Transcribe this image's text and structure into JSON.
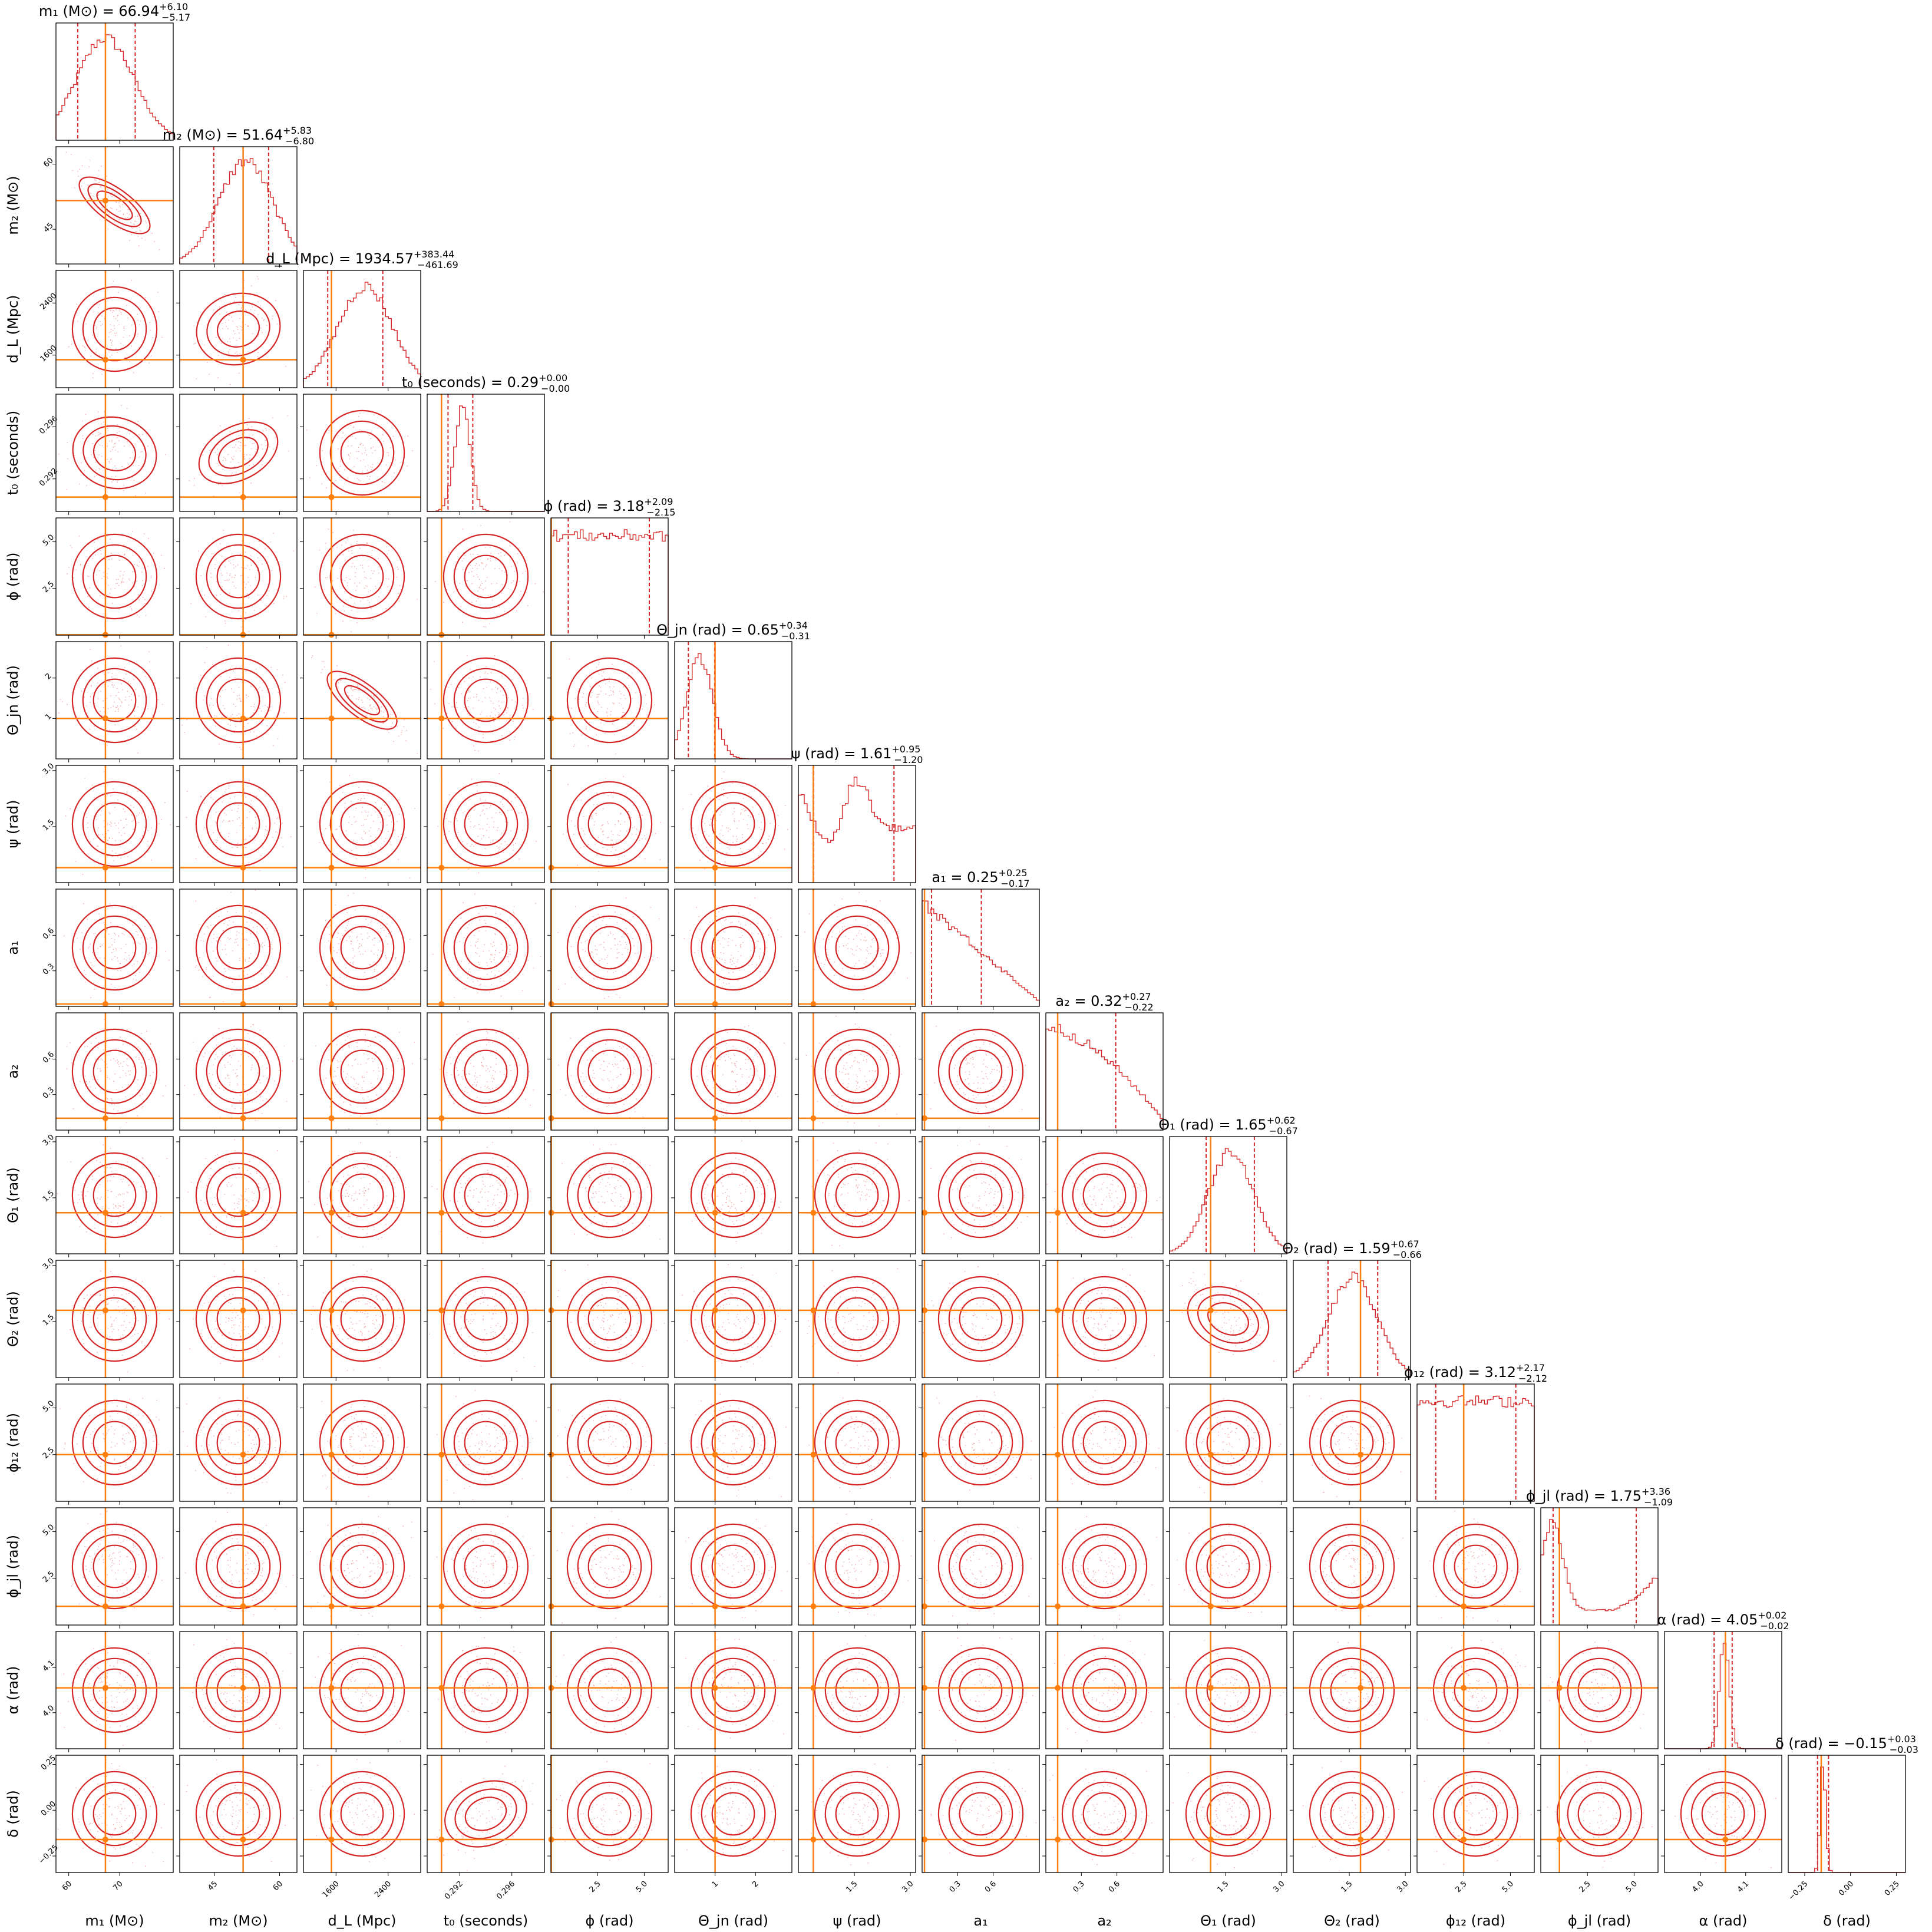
{
  "colors": {
    "samples": "#d62728",
    "truth": "#ff7f0e",
    "frame": "#000000",
    "background": "#ffffff"
  },
  "chart_data": {
    "type": "corner",
    "parameters": [
      {
        "key": "m1",
        "axis_label": "m₁ (M⊙)",
        "title": "m₁ (M⊙) = 66.94",
        "median": 66.94,
        "plus": "+6.10",
        "minus": "−5.17",
        "range": [
          57.5,
          80.5
        ],
        "truth": 67.2,
        "ticks": [
          {
            "v": 60,
            "t": "60"
          },
          {
            "v": 70,
            "t": "70"
          }
        ],
        "hist": "gauss",
        "hist_mean": 67.2,
        "hist_sd": 5.6,
        "hist_lo": 61.77,
        "hist_hi": 73.04
      },
      {
        "key": "m2",
        "axis_label": "m₂ (M⊙)",
        "title": "m₂ (M⊙) = 51.64",
        "median": 51.64,
        "plus": "+5.83",
        "minus": "−6.80",
        "range": [
          37,
          64
        ],
        "truth": 51.6,
        "ticks": [
          {
            "v": 45,
            "t": "45"
          },
          {
            "v": 60,
            "t": "60"
          }
        ],
        "hist": "gauss",
        "hist_mean": 52.2,
        "hist_sd": 6.2,
        "hist_lo": 44.84,
        "hist_hi": 57.47
      },
      {
        "key": "dL",
        "axis_label": "d_L (Mpc)",
        "title": "d_L (Mpc) = 1934.57",
        "median": 1934.57,
        "plus": "+383.44",
        "minus": "−461.69",
        "range": [
          1100,
          2900
        ],
        "truth": 1530,
        "ticks": [
          {
            "v": 1600,
            "t": "1600"
          },
          {
            "v": 2400,
            "t": "2400"
          }
        ],
        "hist": "gauss",
        "hist_mean": 2050,
        "hist_sd": 420,
        "hist_lo": 1472.88,
        "hist_hi": 2318.01
      },
      {
        "key": "t0",
        "axis_label": "t₀ (seconds)",
        "title": "t₀ (seconds) = 0.29",
        "median": 0.29,
        "plus": "+0.00",
        "minus": "−0.00",
        "range": [
          0.2895,
          0.2985
        ],
        "truth": 0.2906,
        "ticks": [
          {
            "v": 0.292,
            "t": "0.292"
          },
          {
            "v": 0.296,
            "t": "0.296"
          }
        ],
        "hist": "gauss",
        "hist_mean": 0.2922,
        "hist_sd": 0.0006,
        "hist_lo": 0.2911,
        "hist_hi": 0.293
      },
      {
        "key": "phi",
        "axis_label": "ϕ (rad)",
        "title": "ϕ (rad) = 3.18",
        "median": 3.18,
        "plus": "+2.09",
        "minus": "−2.15",
        "range": [
          0,
          6.28
        ],
        "truth": 0.02,
        "ticks": [
          {
            "v": 2.5,
            "t": "2.5"
          },
          {
            "v": 5.0,
            "t": "5.0"
          }
        ],
        "hist": "uniform",
        "hist_lo": 0.93,
        "hist_hi": 5.27
      },
      {
        "key": "thetajn",
        "axis_label": "Θ_jn (rad)",
        "title": "Θ_jn (rad) = 0.65",
        "median": 0.65,
        "plus": "+0.34",
        "minus": "−0.31",
        "range": [
          0,
          2.9
        ],
        "truth": 1.0,
        "ticks": [
          {
            "v": 1,
            "t": "1"
          },
          {
            "v": 2,
            "t": "2"
          }
        ],
        "hist": "gauss",
        "hist_mean": 0.62,
        "hist_sd": 0.32,
        "hist_lo": 0.34,
        "hist_hi": 0.99
      },
      {
        "key": "psi",
        "axis_label": "ψ (rad)",
        "title": "ψ (rad) = 1.61",
        "median": 1.61,
        "plus": "+0.95",
        "minus": "−1.20",
        "range": [
          0,
          3.14
        ],
        "truth": 0.4,
        "ticks": [
          {
            "v": 1.5,
            "t": "1.5"
          },
          {
            "v": 3.0,
            "t": "3.0"
          }
        ],
        "hist": "bimodal",
        "hist_lo": 0.41,
        "hist_hi": 2.56
      },
      {
        "key": "a1",
        "axis_label": "a₁",
        "title": "a₁ = 0.25",
        "median": 0.25,
        "plus": "+0.25",
        "minus": "−0.17",
        "range": [
          0,
          0.99
        ],
        "truth": 0.02,
        "ticks": [
          {
            "v": 0.3,
            "t": "0.3"
          },
          {
            "v": 0.6,
            "t": "0.6"
          }
        ],
        "hist": "decay",
        "hist_lo": 0.08,
        "hist_hi": 0.5
      },
      {
        "key": "a2",
        "axis_label": "a₂",
        "title": "a₂ = 0.32",
        "median": 0.32,
        "plus": "+0.27",
        "minus": "−0.22",
        "range": [
          0,
          0.99
        ],
        "truth": 0.1,
        "ticks": [
          {
            "v": 0.3,
            "t": "0.3"
          },
          {
            "v": 0.6,
            "t": "0.6"
          }
        ],
        "hist": "slowdecay",
        "hist_lo": 0.1,
        "hist_hi": 0.59
      },
      {
        "key": "theta1",
        "axis_label": "Θ₁ (rad)",
        "title": "Θ₁ (rad) = 1.65",
        "median": 1.65,
        "plus": "+0.62",
        "minus": "−0.67",
        "range": [
          0,
          3.14
        ],
        "truth": 1.1,
        "ticks": [
          {
            "v": 1.5,
            "t": "1.5"
          },
          {
            "v": 3.0,
            "t": "3.0"
          }
        ],
        "hist": "gauss",
        "hist_mean": 1.65,
        "hist_sd": 0.6,
        "hist_lo": 0.98,
        "hist_hi": 2.27
      },
      {
        "key": "theta2",
        "axis_label": "Θ₂ (rad)",
        "title": "Θ₂ (rad) = 1.59",
        "median": 1.59,
        "plus": "+0.67",
        "minus": "−0.66",
        "range": [
          0,
          3.14
        ],
        "truth": 1.8,
        "ticks": [
          {
            "v": 1.5,
            "t": "1.5"
          },
          {
            "v": 3.0,
            "t": "3.0"
          }
        ],
        "hist": "gauss",
        "hist_mean": 1.6,
        "hist_sd": 0.65,
        "hist_lo": 0.93,
        "hist_hi": 2.26
      },
      {
        "key": "phi12",
        "axis_label": "ϕ₁₂ (rad)",
        "title": "ϕ₁₂ (rad) = 3.12",
        "median": 3.12,
        "plus": "+2.17",
        "minus": "−2.12",
        "range": [
          0,
          6.28
        ],
        "truth": 2.5,
        "ticks": [
          {
            "v": 2.5,
            "t": "2.5"
          },
          {
            "v": 5.0,
            "t": "5.0"
          }
        ],
        "hist": "uniform",
        "hist_lo": 1.0,
        "hist_hi": 5.29
      },
      {
        "key": "phijl",
        "axis_label": "ϕ_jl (rad)",
        "title": "ϕ_jl (rad) = 1.75",
        "median": 1.75,
        "plus": "+3.36",
        "minus": "−1.09",
        "range": [
          0,
          6.28
        ],
        "truth": 1.0,
        "ticks": [
          {
            "v": 2.5,
            "t": "2.5"
          },
          {
            "v": 5.0,
            "t": "5.0"
          }
        ],
        "hist": "ushape",
        "hist_lo": 0.66,
        "hist_hi": 5.11
      },
      {
        "key": "alpha",
        "axis_label": "α (rad)",
        "title": "α (rad) = 4.05",
        "median": 4.05,
        "plus": "+0.02",
        "minus": "−0.02",
        "range": [
          3.92,
          4.18
        ],
        "truth": 4.055,
        "ticks": [
          {
            "v": 4.0,
            "t": "4.0"
          },
          {
            "v": 4.1,
            "t": "4.1"
          }
        ],
        "hist": "gauss",
        "hist_mean": 4.053,
        "hist_sd": 0.011,
        "hist_lo": 4.03,
        "hist_hi": 4.07
      },
      {
        "key": "delta",
        "axis_label": "δ (rad)",
        "title": "δ (rad) = −0.15",
        "median": -0.15,
        "plus": "+0.03",
        "minus": "−0.03",
        "range": [
          -0.34,
          0.3
        ],
        "truth": -0.16,
        "ticks": [
          {
            "v": -0.25,
            "t": "−0.25"
          },
          {
            "v": 0.0,
            "t": "0.00"
          },
          {
            "v": 0.25,
            "t": "0.25"
          }
        ],
        "hist": "gauss",
        "hist_mean": -0.15,
        "hist_sd": 0.015,
        "hist_lo": -0.18,
        "hist_hi": -0.12
      }
    ],
    "correlated_pairs": [
      {
        "row": "m2",
        "col": "m1",
        "rho": -0.85
      },
      {
        "row": "dL",
        "col": "m2",
        "rho": 0.3
      },
      {
        "row": "t0",
        "col": "m1",
        "rho": -0.3
      },
      {
        "row": "t0",
        "col": "m2",
        "rho": 0.6
      },
      {
        "row": "thetajn",
        "col": "dL",
        "rho": -0.9
      },
      {
        "row": "theta2",
        "col": "theta1",
        "rho": -0.5
      },
      {
        "row": "delta",
        "col": "t0",
        "rho": 0.45
      }
    ]
  }
}
